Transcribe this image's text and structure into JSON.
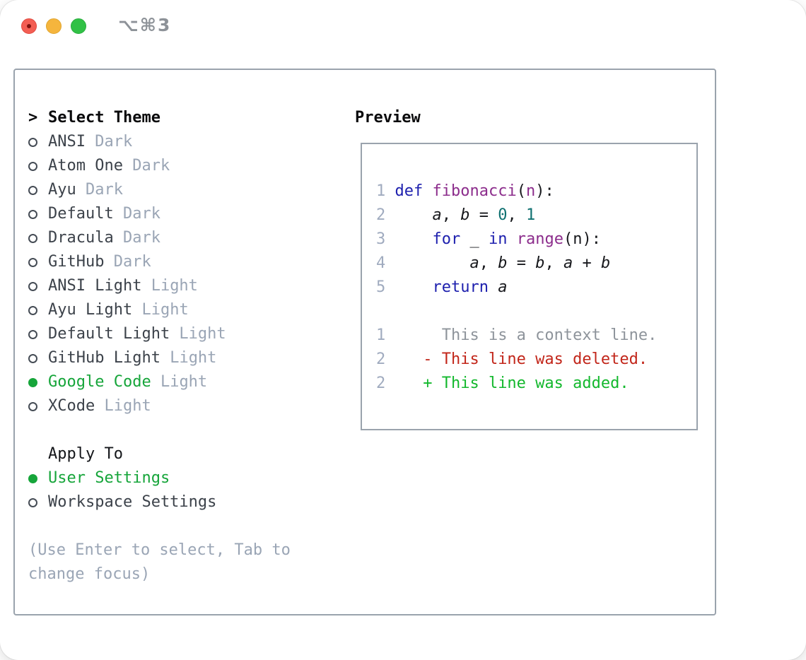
{
  "window": {
    "title": "⌥⌘3"
  },
  "theme_panel": {
    "header_prompt": ">",
    "header_label": "Select Theme",
    "themes": [
      {
        "name": "ANSI",
        "variant": "Dark",
        "selected": false
      },
      {
        "name": "Atom One",
        "variant": "Dark",
        "selected": false
      },
      {
        "name": "Ayu",
        "variant": "Dark",
        "selected": false
      },
      {
        "name": "Default",
        "variant": "Dark",
        "selected": false
      },
      {
        "name": "Dracula",
        "variant": "Dark",
        "selected": false
      },
      {
        "name": "GitHub",
        "variant": "Dark",
        "selected": false
      },
      {
        "name": "ANSI Light",
        "variant": "Light",
        "selected": false
      },
      {
        "name": "Ayu Light",
        "variant": "Light",
        "selected": false
      },
      {
        "name": "Default Light",
        "variant": "Light",
        "selected": false
      },
      {
        "name": "GitHub Light",
        "variant": "Light",
        "selected": false
      },
      {
        "name": "Google Code",
        "variant": "Light",
        "selected": true
      },
      {
        "name": "XCode",
        "variant": "Light",
        "selected": false
      }
    ],
    "apply_to_label": "Apply To",
    "apply_options": [
      {
        "name": "User Settings",
        "selected": true
      },
      {
        "name": "Workspace Settings",
        "selected": false
      }
    ],
    "help_text": "(Use Enter to select, Tab to change focus)"
  },
  "preview_panel": {
    "header_label": "Preview",
    "lines": [
      {
        "num": "1",
        "tokens": [
          {
            "c": "plain",
            "t": " "
          },
          {
            "c": "kw",
            "t": "def"
          },
          {
            "c": "plain",
            "t": " "
          },
          {
            "c": "title",
            "t": "fibonacci"
          },
          {
            "c": "plain",
            "t": "("
          },
          {
            "c": "title",
            "t": "n"
          },
          {
            "c": "plain",
            "t": "):"
          }
        ]
      },
      {
        "num": "2",
        "tokens": [
          {
            "c": "plain",
            "t": "     "
          },
          {
            "c": "var",
            "t": "a"
          },
          {
            "c": "plain",
            "t": ", "
          },
          {
            "c": "var",
            "t": "b"
          },
          {
            "c": "plain",
            "t": " = "
          },
          {
            "c": "num",
            "t": "0"
          },
          {
            "c": "plain",
            "t": ", "
          },
          {
            "c": "num",
            "t": "1"
          }
        ]
      },
      {
        "num": "3",
        "tokens": [
          {
            "c": "plain",
            "t": "     "
          },
          {
            "c": "kw",
            "t": "for"
          },
          {
            "c": "plain",
            "t": " _ "
          },
          {
            "c": "kw",
            "t": "in"
          },
          {
            "c": "plain",
            "t": " "
          },
          {
            "c": "title",
            "t": "range"
          },
          {
            "c": "plain",
            "t": "(n):"
          }
        ]
      },
      {
        "num": "4",
        "tokens": [
          {
            "c": "plain",
            "t": "         "
          },
          {
            "c": "var",
            "t": "a"
          },
          {
            "c": "plain",
            "t": ", "
          },
          {
            "c": "var",
            "t": "b"
          },
          {
            "c": "plain",
            "t": " = "
          },
          {
            "c": "var",
            "t": "b"
          },
          {
            "c": "plain",
            "t": ", "
          },
          {
            "c": "var",
            "t": "a"
          },
          {
            "c": "plain",
            "t": " + "
          },
          {
            "c": "var",
            "t": "b"
          }
        ]
      },
      {
        "num": "5",
        "tokens": [
          {
            "c": "plain",
            "t": "     "
          },
          {
            "c": "kw",
            "t": "return"
          },
          {
            "c": "plain",
            "t": " "
          },
          {
            "c": "var",
            "t": "a"
          }
        ]
      },
      {
        "num": "",
        "tokens": []
      },
      {
        "num": "1",
        "tokens": [
          {
            "c": "ctx",
            "t": "      This is a context line."
          }
        ]
      },
      {
        "num": "2",
        "tokens": [
          {
            "c": "del",
            "t": "    - This line was deleted."
          }
        ]
      },
      {
        "num": "2",
        "tokens": [
          {
            "c": "add",
            "t": "    + This line was added."
          }
        ]
      }
    ]
  },
  "colors": {
    "keyword": "#1e20ae",
    "function": "#8c2d8c",
    "number": "#0e7070",
    "deleted": "#c2261a",
    "added": "#13b82d",
    "context": "#8e949b",
    "selected_green": "#16a53a",
    "muted": "#9aa5b5",
    "line_number": "#a0abbf",
    "tl_close": "#f35e53",
    "tl_min": "#f5b53d",
    "tl_zoom": "#31c146"
  }
}
